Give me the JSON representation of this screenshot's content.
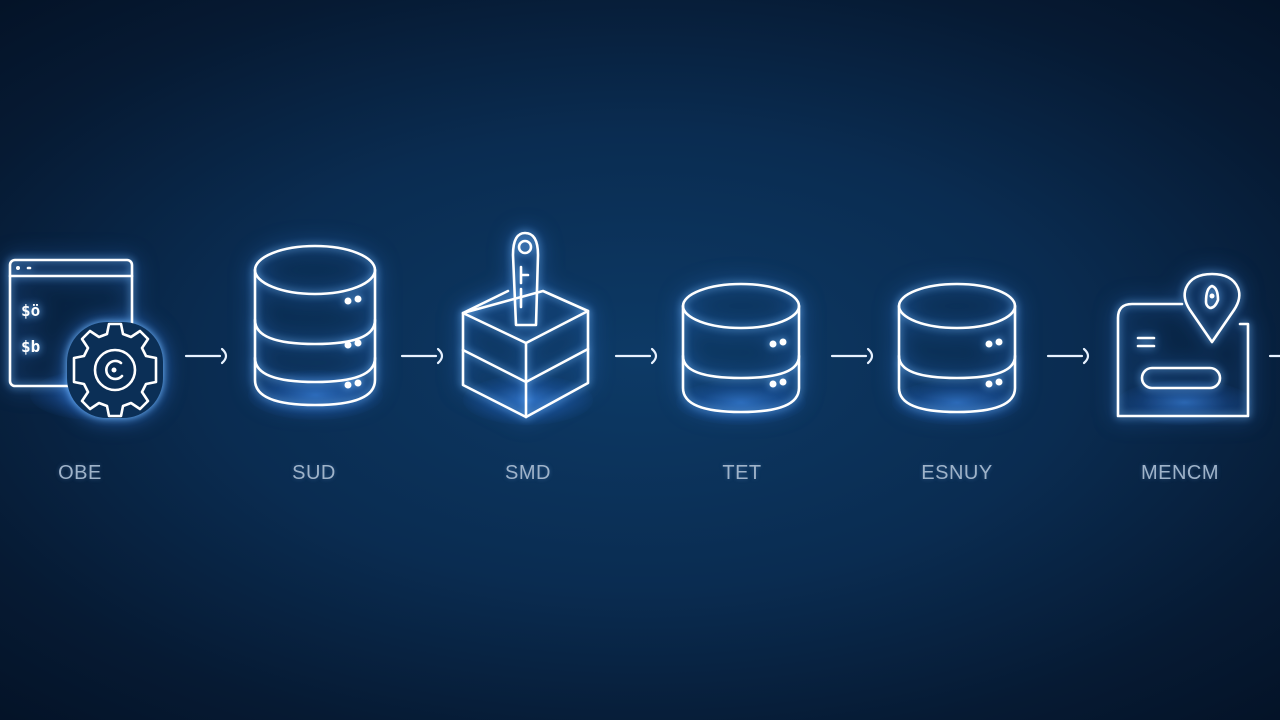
{
  "steps": [
    {
      "label": "OBE",
      "icon": "code-window-gear-icon"
    },
    {
      "label": "SUD",
      "icon": "database-icon"
    },
    {
      "label": "SMD",
      "icon": "box-with-key-icon"
    },
    {
      "label": "TET",
      "icon": "database-icon"
    },
    {
      "label": "ESNUY",
      "icon": "database-icon"
    },
    {
      "label": "MENCM",
      "icon": "card-with-location-pin-icon"
    }
  ],
  "colors": {
    "background": "#0a2c51",
    "line": "#ffffff",
    "glow": "#3c8cff",
    "label": "#9fb3c9"
  }
}
